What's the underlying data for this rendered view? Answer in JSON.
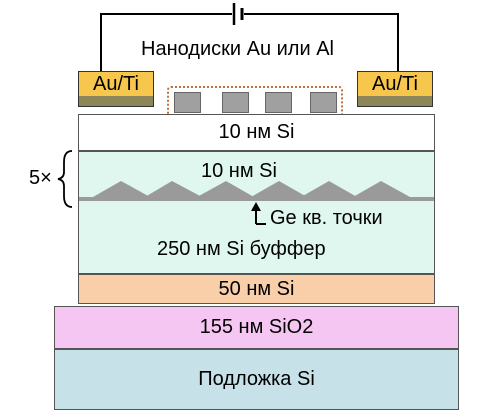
{
  "circuit_label": "Нанодиски Au или Al",
  "contacts": {
    "left": "Au/Ti",
    "right": "Au/Ti"
  },
  "layers": {
    "si_top": "10 нм Si",
    "si_mid": "10 нм Si",
    "ge_dots": "Ge кв. точки",
    "si_buffer": "250 нм Si буффер",
    "si_50": "50 нм Si",
    "sio2": "155 нм SiO2",
    "substrate": "Подложка Si"
  },
  "repeat_label": "5×",
  "colors": {
    "au": "#f7c64d",
    "ti": "#8d8658",
    "si_top": "#ffffff",
    "si_period": "#dff7ee",
    "si_50": "#f8cfa9",
    "sio2": "#f6c6f2",
    "substrate": "#c6e1e8",
    "ge": "#9a9a9a",
    "disk_frame": "#c0703a"
  }
}
